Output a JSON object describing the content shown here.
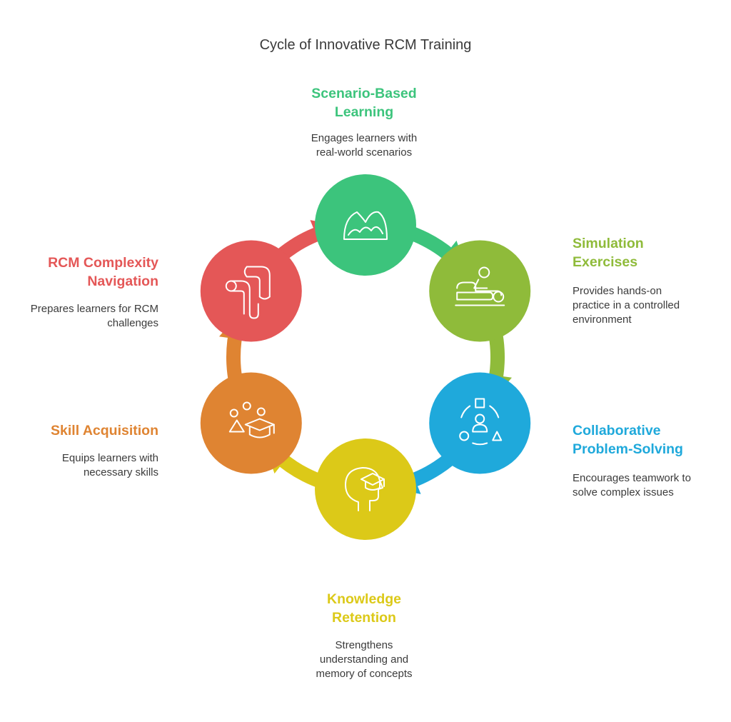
{
  "title": "Cycle of Innovative RCM Training",
  "nodes": [
    {
      "id": "scenario",
      "title_lines": [
        "Scenario-Based",
        "Learning"
      ],
      "desc_lines": [
        "Engages learners with",
        "real-world scenarios"
      ],
      "color": "#3cc47c",
      "icon": "mountain-icon"
    },
    {
      "id": "simulation",
      "title_lines": [
        "Simulation",
        "Exercises"
      ],
      "desc_lines": [
        "Provides hands-on",
        "practice in a controlled",
        "environment"
      ],
      "color": "#8fbb3a",
      "icon": "massage-icon"
    },
    {
      "id": "collaborative",
      "title_lines": [
        "Collaborative",
        "Problem-Solving"
      ],
      "desc_lines": [
        "Encourages teamwork to",
        "solve complex issues"
      ],
      "color": "#1fa9db",
      "icon": "team-shapes-icon"
    },
    {
      "id": "knowledge",
      "title_lines": [
        "Knowledge",
        "Retention"
      ],
      "desc_lines": [
        "Strengthens",
        "understanding and",
        "memory of concepts"
      ],
      "color": "#dcc918",
      "icon": "head-graduation-icon"
    },
    {
      "id": "skill",
      "title_lines": [
        "Skill Acquisition"
      ],
      "desc_lines": [
        "Equips learners with",
        "necessary skills"
      ],
      "color": "#df8432",
      "icon": "shapes-graduation-icon"
    },
    {
      "id": "rcm",
      "title_lines": [
        "RCM Complexity",
        "Navigation"
      ],
      "desc_lines": [
        "Prepares learners for RCM",
        "challenges"
      ],
      "color": "#e45757",
      "icon": "path-icon"
    }
  ]
}
